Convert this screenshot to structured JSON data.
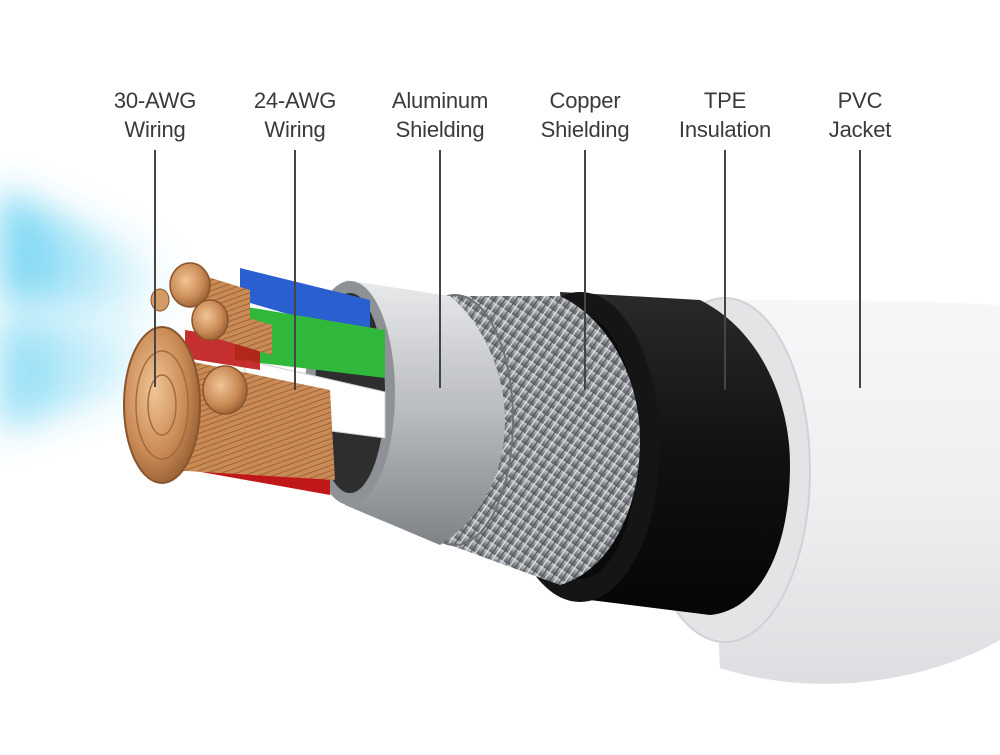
{
  "labels": [
    {
      "id": "awg30",
      "line1": "30-AWG",
      "line2": "Wiring"
    },
    {
      "id": "awg24",
      "line1": "24-AWG",
      "line2": "Wiring"
    },
    {
      "id": "aluminum",
      "line1": "Aluminum",
      "line2": "Shielding"
    },
    {
      "id": "copper",
      "line1": "Copper",
      "line2": "Shielding"
    },
    {
      "id": "tpe",
      "line1": "TPE",
      "line2": "Insulation"
    },
    {
      "id": "pvc",
      "line1": "PVC",
      "line2": "Jacket"
    }
  ],
  "colors": {
    "jacket": "#f1f1f3",
    "insulation": "#1a1a1a",
    "braid": "#9a9ea3",
    "foil": "#c9cccf",
    "wire_blue": "#2a5fd0",
    "wire_green": "#2fb83a",
    "wire_white": "#ffffff",
    "wire_red": "#c01818",
    "copper": "#c98a55",
    "glow": "#38c3ee",
    "leader": "#454545",
    "text": "#3a3a3a"
  }
}
